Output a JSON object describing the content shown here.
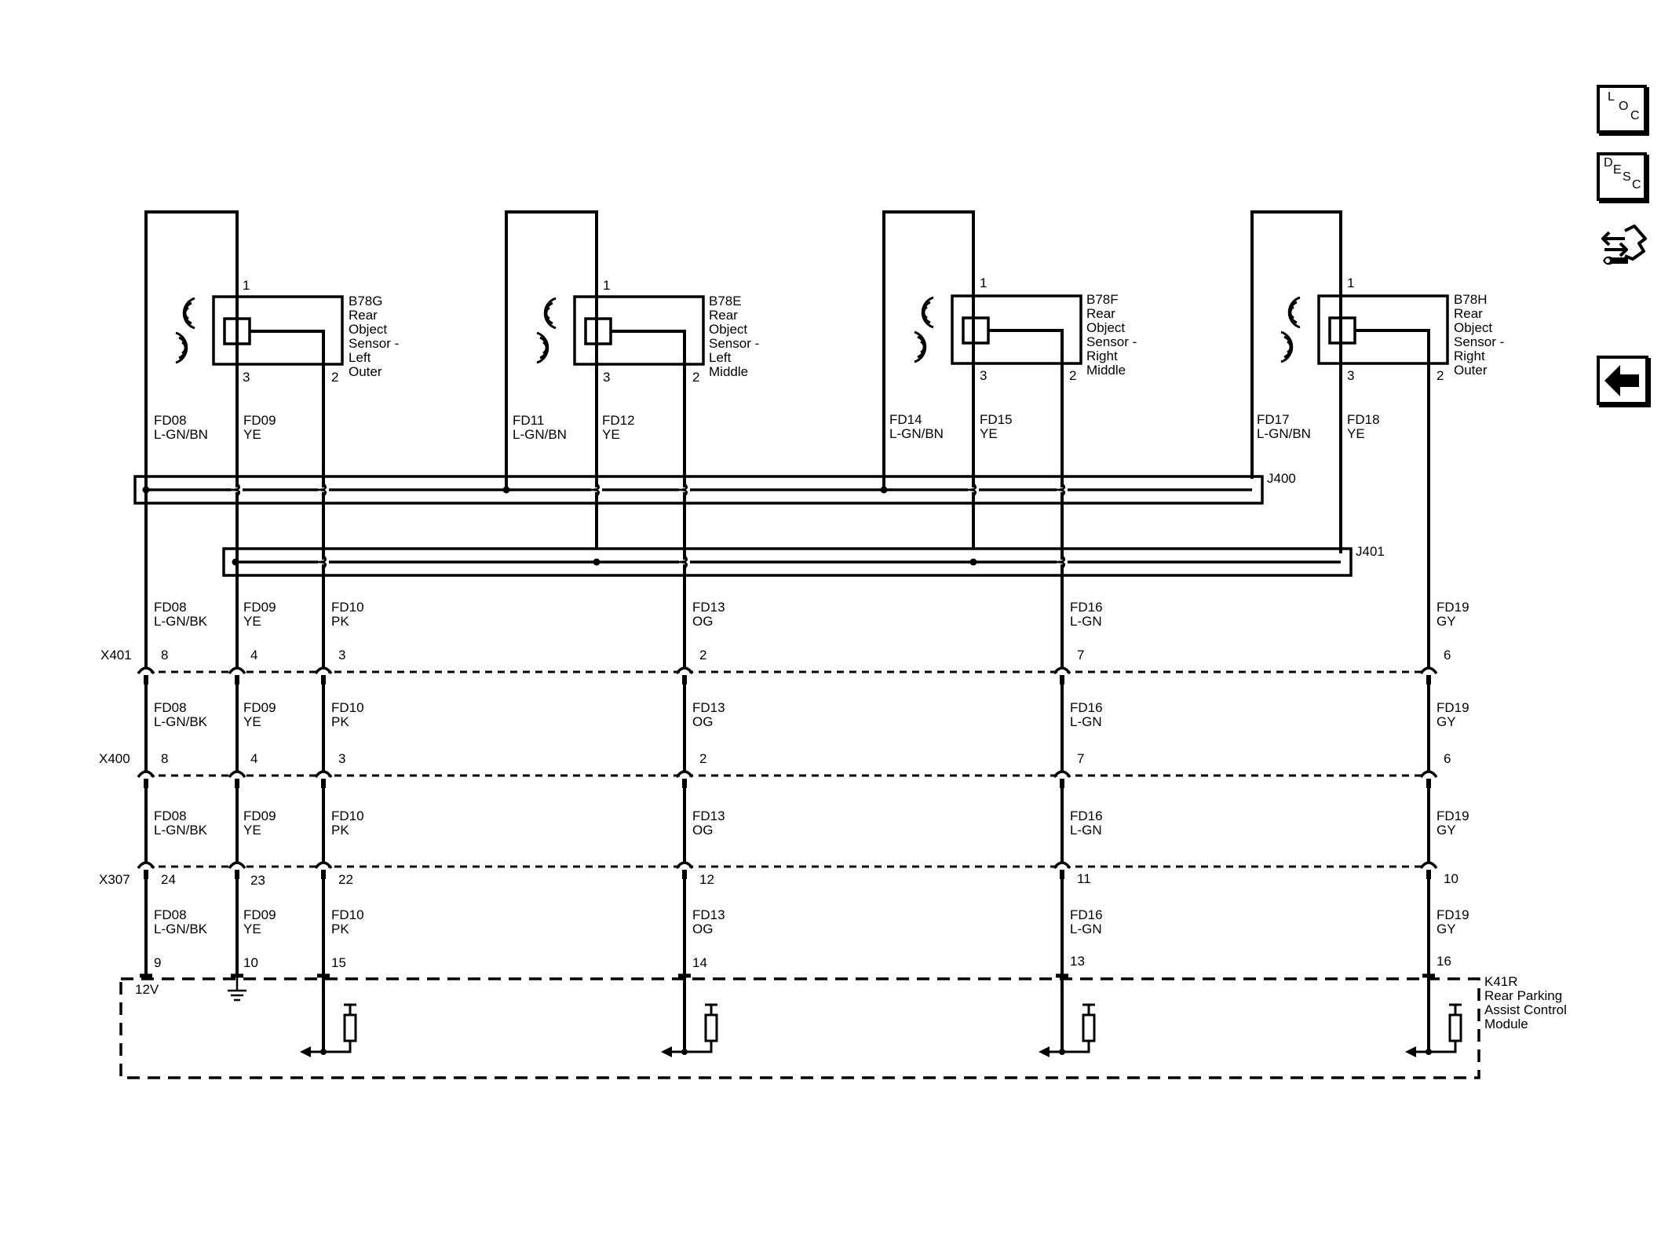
{
  "nav": {
    "loc_letters": [
      "L",
      "O",
      "C"
    ],
    "desc_letters": [
      "D",
      "E",
      "S",
      "C"
    ]
  },
  "sensors": [
    {
      "id": "B78G",
      "l1": "Rear",
      "l2": "Object",
      "l3": "Sensor -",
      "l4": "Left",
      "l5": "Outer",
      "p1": "1",
      "p3": "3",
      "p2": "2"
    },
    {
      "id": "B78E",
      "l1": "Rear",
      "l2": "Object",
      "l3": "Sensor -",
      "l4": "Left",
      "l5": "Middle",
      "p1": "1",
      "p3": "3",
      "p2": "2"
    },
    {
      "id": "B78F",
      "l1": "Rear",
      "l2": "Object",
      "l3": "Sensor -",
      "l4": "Right",
      "l5": "Middle",
      "p1": "1",
      "p3": "3",
      "p2": "2"
    },
    {
      "id": "B78H",
      "l1": "Rear",
      "l2": "Object",
      "l3": "Sensor -",
      "l4": "Right",
      "l5": "Outer",
      "p1": "1",
      "p3": "3",
      "p2": "2"
    }
  ],
  "upper_wires": [
    {
      "circuit": "FD08",
      "color": "L-GN/BN"
    },
    {
      "circuit": "FD09",
      "color": "YE"
    },
    {
      "circuit": "FD11",
      "color": "L-GN/BN"
    },
    {
      "circuit": "FD12",
      "color": "YE"
    },
    {
      "circuit": "FD14",
      "color": "L-GN/BN"
    },
    {
      "circuit": "FD15",
      "color": "YE"
    },
    {
      "circuit": "FD17",
      "color": "L-GN/BN"
    },
    {
      "circuit": "FD18",
      "color": "YE"
    }
  ],
  "splices": {
    "j400": "J400",
    "j401": "J401"
  },
  "columns": [
    {
      "circuit": "FD08",
      "color": "L-GN/BK",
      "x401": "8",
      "x400": "8",
      "x307": "24",
      "k41r": "9"
    },
    {
      "circuit": "FD09",
      "color": "YE",
      "x401": "4",
      "x400": "4",
      "x307": "23",
      "k41r": "10"
    },
    {
      "circuit": "FD10",
      "color": "PK",
      "x401": "3",
      "x400": "3",
      "x307": "22",
      "k41r": "15"
    },
    {
      "circuit": "FD13",
      "color": "OG",
      "x401": "2",
      "x400": "2",
      "x307": "12",
      "k41r": "14"
    },
    {
      "circuit": "FD16",
      "color": "L-GN",
      "x401": "7",
      "x400": "7",
      "x307": "11",
      "k41r": "13"
    },
    {
      "circuit": "FD19",
      "color": "GY",
      "x401": "6",
      "x400": "6",
      "x307": "10",
      "k41r": "16"
    }
  ],
  "connectors": {
    "x401": "X401",
    "x400": "X400",
    "x307": "X307"
  },
  "module": {
    "id": "K41R",
    "l1": "Rear Parking",
    "l2": "Assist Control",
    "l3": "Module",
    "voltage": "12V"
  }
}
